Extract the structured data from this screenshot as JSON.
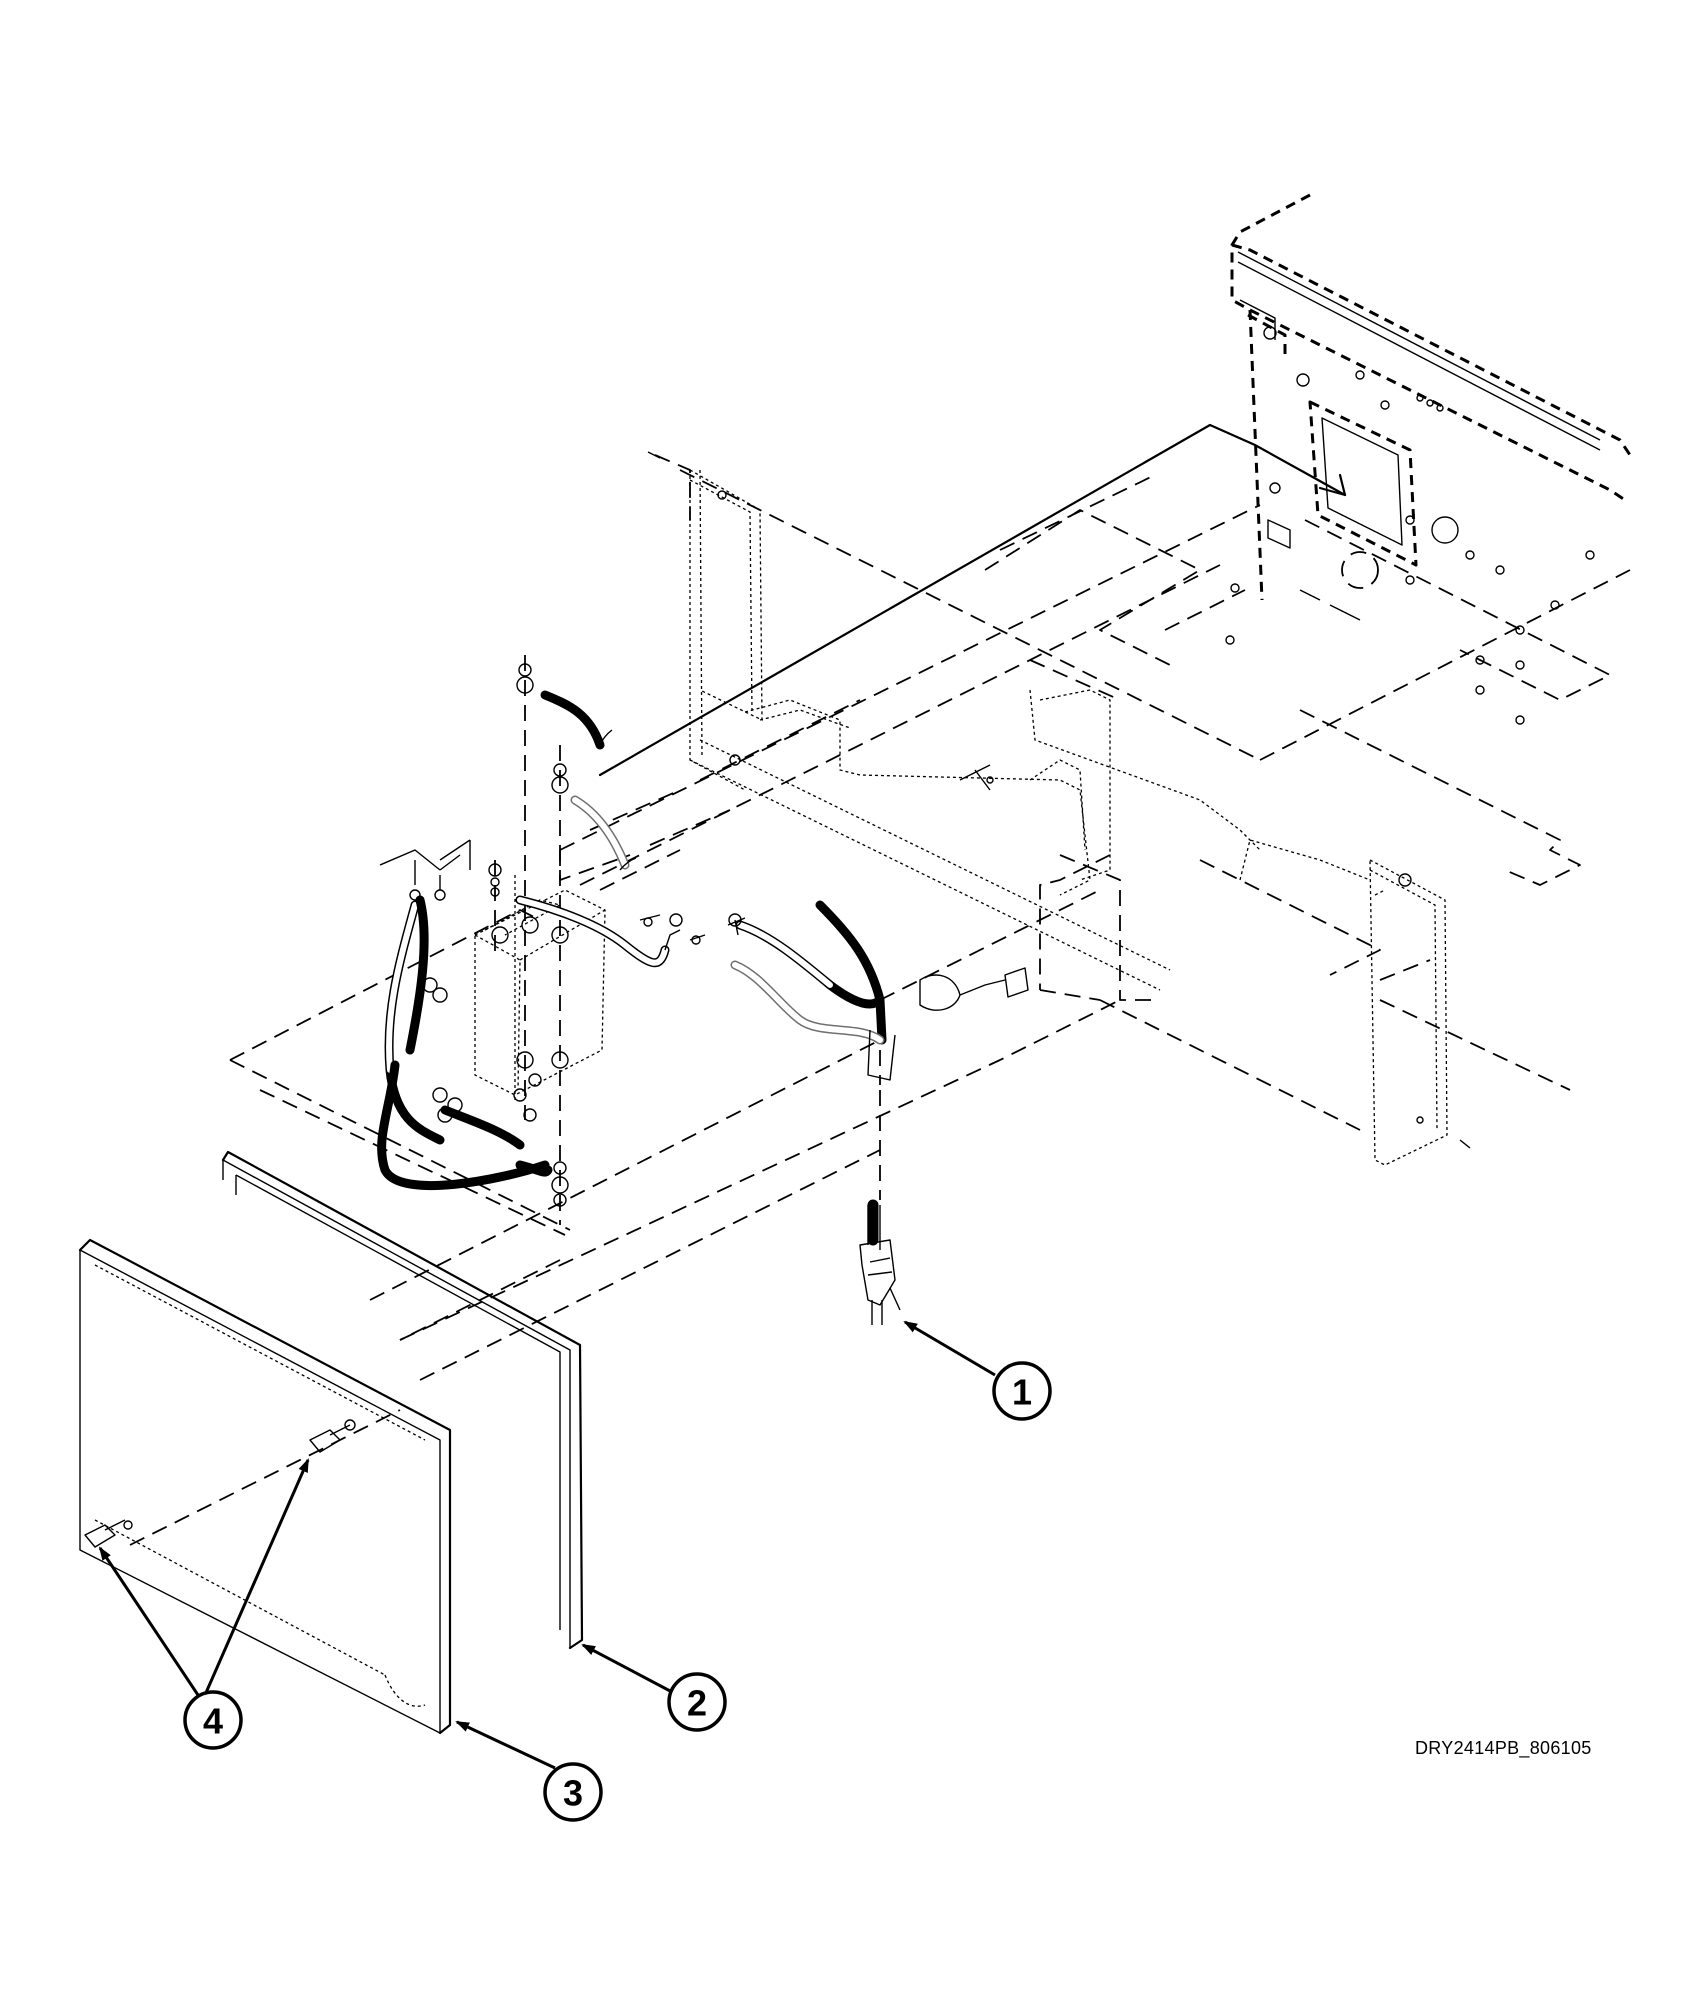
{
  "drawing_id": "DRY2414PB_806105",
  "callouts": [
    {
      "id": "1",
      "label": "1"
    },
    {
      "id": "2",
      "label": "2"
    },
    {
      "id": "3",
      "label": "3"
    },
    {
      "id": "4",
      "label": "4"
    }
  ]
}
